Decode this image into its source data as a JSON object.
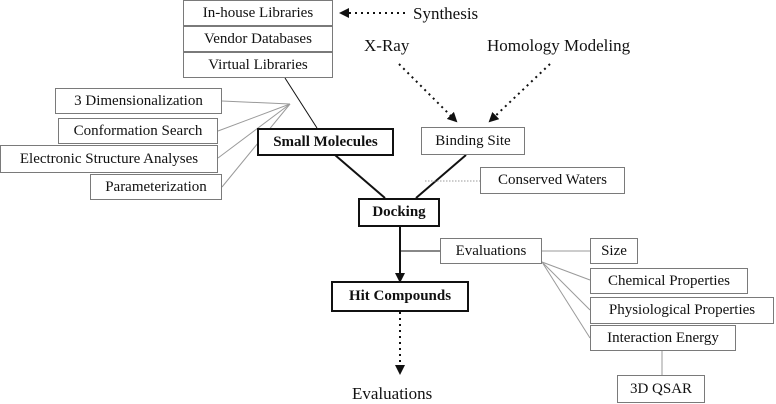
{
  "library_sources": [
    "In-house Libraries",
    "Vendor Databases",
    "Virtual Libraries"
  ],
  "synthesis": "Synthesis",
  "preparation_steps": [
    "3 Dimensionalization",
    "Conformation Search",
    "Electronic Structure Analyses",
    "Parameterization"
  ],
  "small_molecules": "Small Molecules",
  "xray": "X-Ray",
  "homology_modeling": "Homology Modeling",
  "binding_site": "Binding Site",
  "conserved_waters": "Conserved Waters",
  "docking": "Docking",
  "evaluations_box": "Evaluations",
  "criteria": [
    "Size",
    "Chemical Properties",
    "Physiological Properties",
    "Interaction Energy"
  ],
  "qsar": "3D QSAR",
  "hit_compounds": "Hit Compounds",
  "final_evaluations": "Evaluations",
  "colors": {
    "line": "#111111",
    "thin_line": "#9a9a9a",
    "box_border": "#7a7a7a"
  }
}
